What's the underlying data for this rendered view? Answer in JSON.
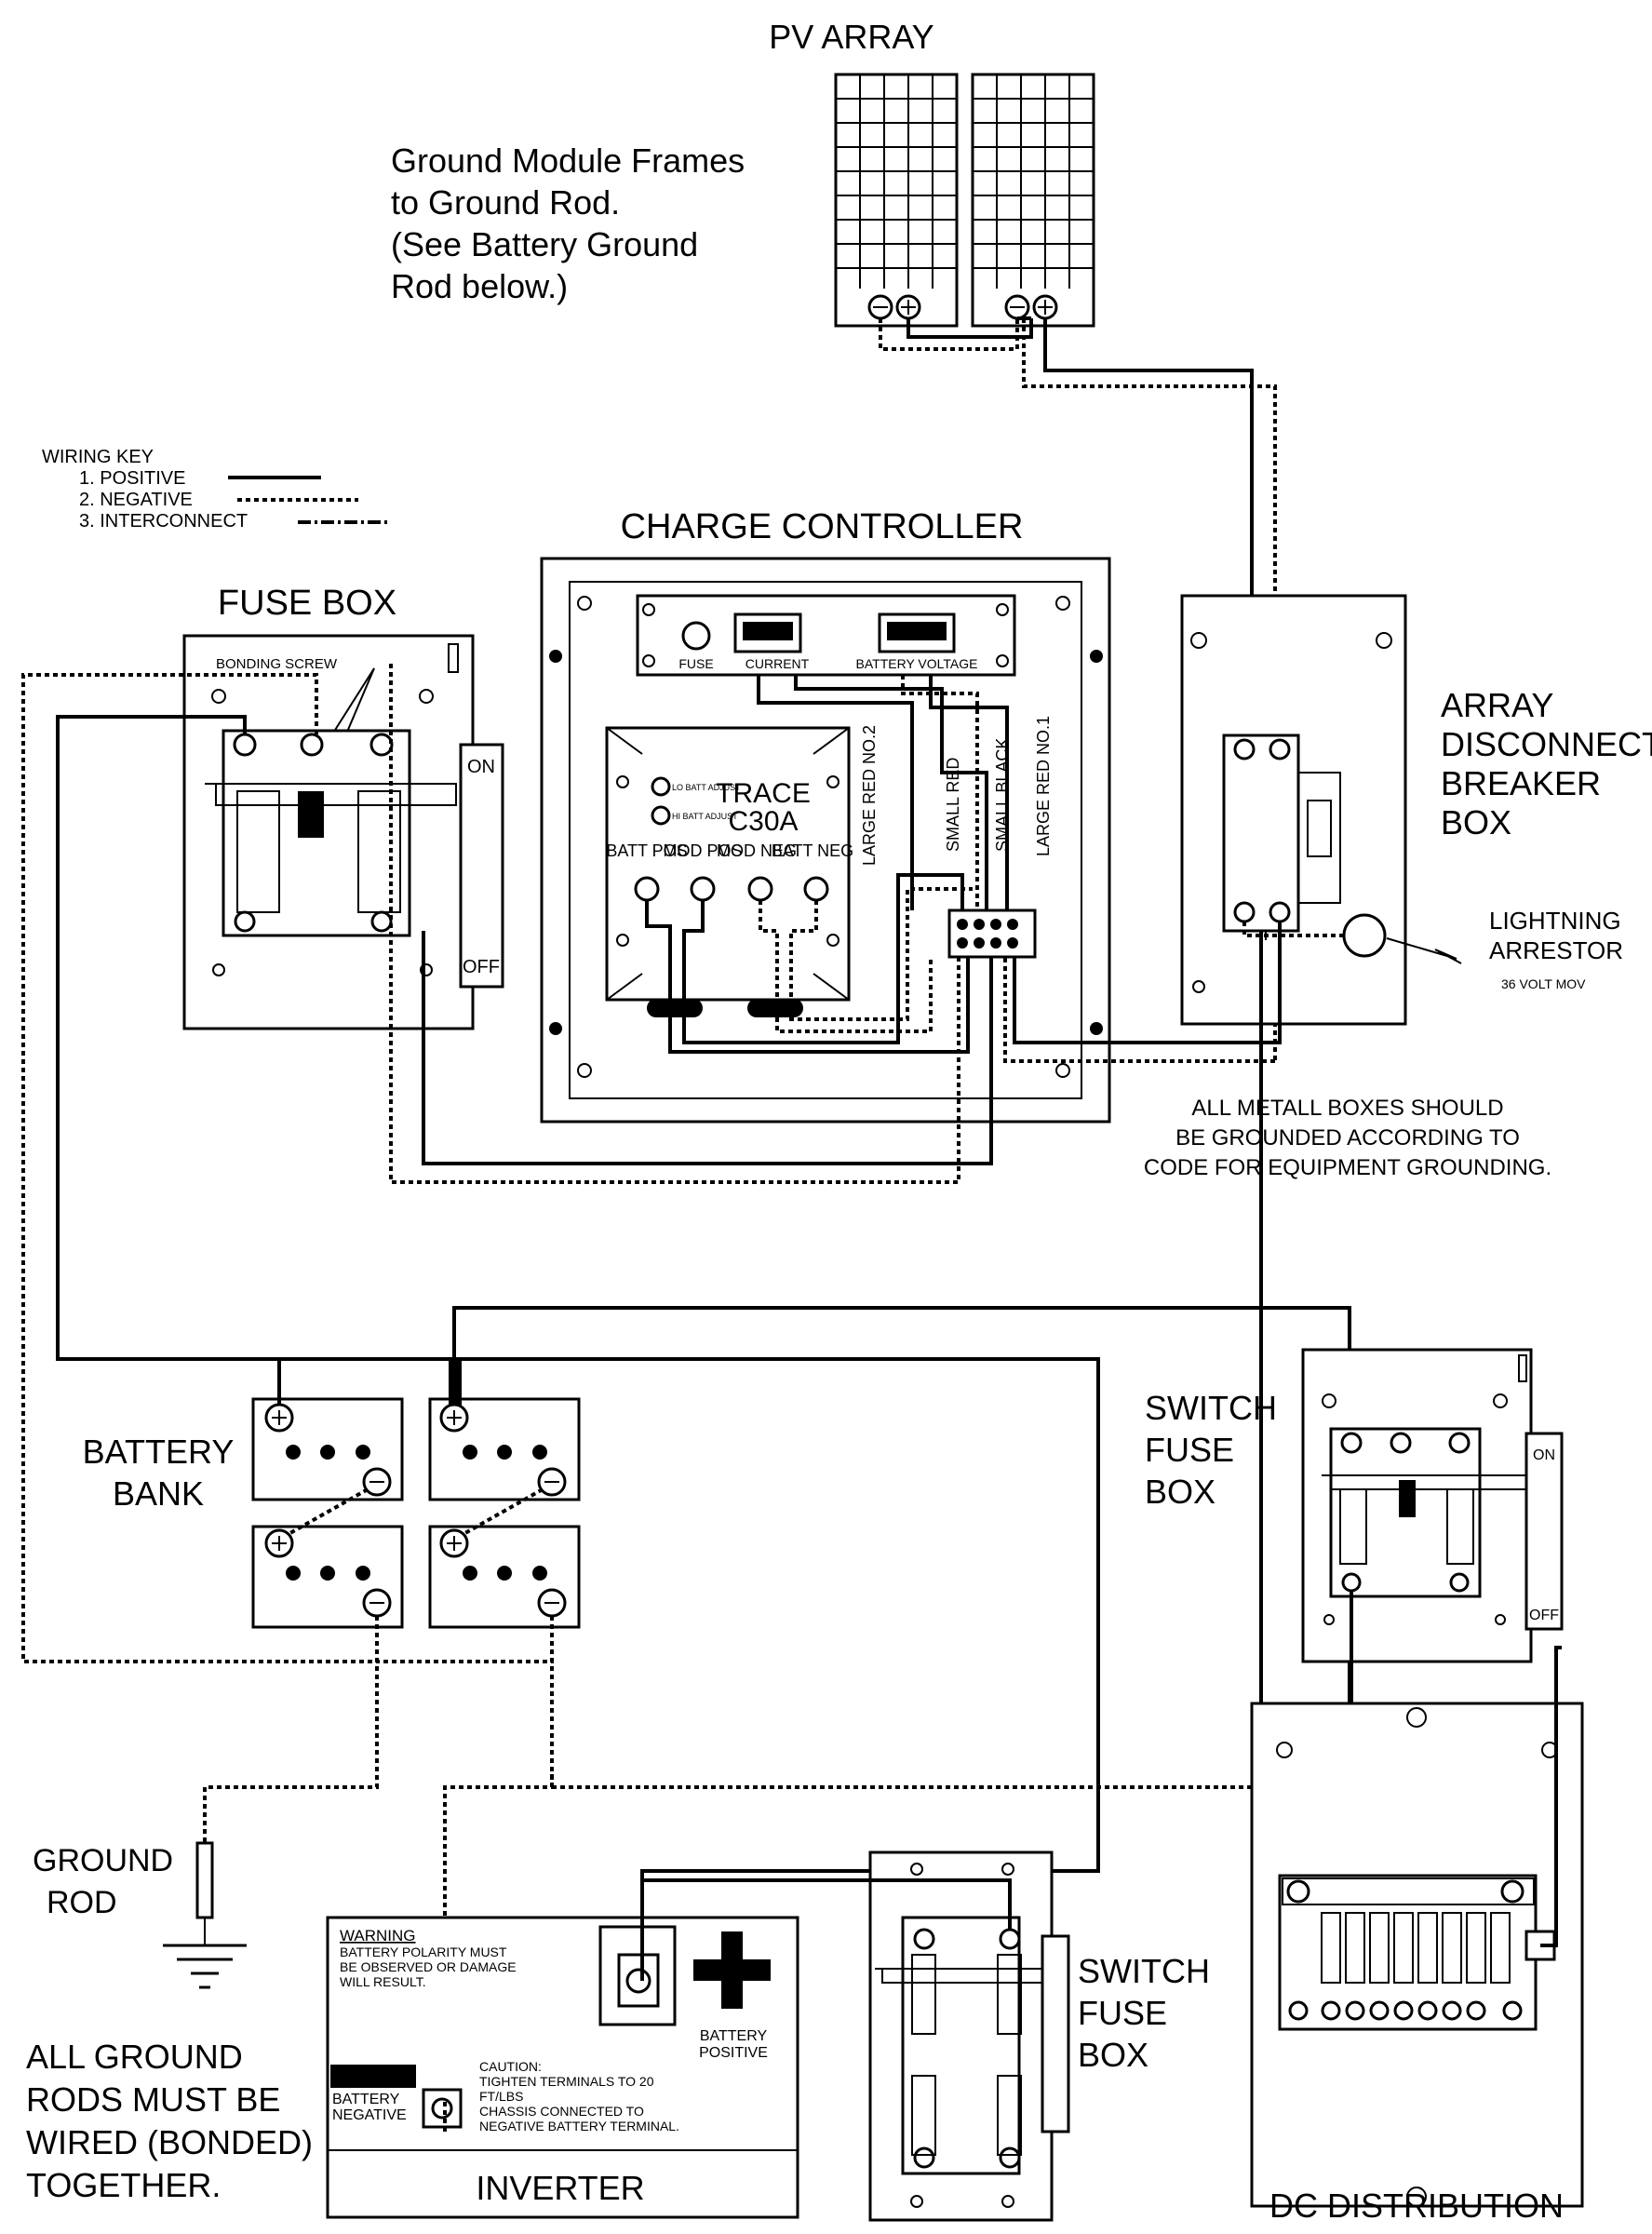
{
  "pv_array": {
    "title": "PV ARRAY"
  },
  "pv_note": {
    "lines": [
      "Ground Module Frames",
      "to Ground Rod.",
      "(See Battery Ground",
      "Rod below.)"
    ]
  },
  "wiring_key": {
    "title": "WIRING KEY",
    "items": [
      "1. POSITIVE",
      "2. NEGATIVE",
      "3. INTERCONNECT"
    ]
  },
  "charge_controller": {
    "title": "CHARGE CONTROLLER",
    "fuse": "FUSE",
    "current": "CURRENT",
    "battery_voltage": "BATTERY VOLTAGE",
    "trace_line1": "TRACE",
    "trace_line2": "C30A",
    "lo_batt": "LO BATT ADJUST",
    "hi_batt": "HI BATT ADJUST",
    "terminals": [
      "BATT POS",
      "MOD POS",
      "MOD NEG",
      "BATT NEG"
    ],
    "wires": [
      "LARGE RED NO.2",
      "SMALL RED",
      "SMALL BLACK",
      "LARGE RED NO.1"
    ]
  },
  "fuse_box": {
    "title": "FUSE BOX",
    "bonding_screw": "BONDING SCREW",
    "on": "ON",
    "off": "OFF"
  },
  "array_disconnect": {
    "lines": [
      "ARRAY",
      "DISCONNECT",
      "BREAKER",
      "BOX"
    ]
  },
  "lightning_arrestor": {
    "label": "LIGHTNING ARRESTOR",
    "sub": "36 VOLT MOV"
  },
  "grounding_note": {
    "lines": [
      "ALL METALL BOXES SHOULD",
      "BE GROUNDED ACCORDING TO",
      "CODE FOR EQUIPMENT GROUNDING."
    ]
  },
  "battery_bank": {
    "lines": [
      "BATTERY",
      "BANK"
    ]
  },
  "switch_fuse_box_right": {
    "lines": [
      "SWITCH",
      "FUSE",
      "BOX"
    ],
    "on": "ON",
    "off": "OFF"
  },
  "switch_fuse_box_bottom": {
    "lines": [
      "SWITCH",
      "FUSE",
      "BOX"
    ]
  },
  "dc_distribution": {
    "title": "DC DISTRIBUTION"
  },
  "ground_rod": {
    "lines": [
      "GROUND",
      "ROD"
    ]
  },
  "ground_note": {
    "lines": [
      "ALL GROUND",
      "RODS MUST BE",
      "WIRED (BONDED)",
      "TOGETHER."
    ]
  },
  "inverter": {
    "title": "INVERTER",
    "warning_title": "WARNING",
    "warning_lines": [
      "BATTERY POLARITY MUST",
      "BE OBSERVED OR DAMAGE",
      "WILL RESULT."
    ],
    "battery_negative": [
      "BATTERY",
      "NEGATIVE"
    ],
    "battery_positive": [
      "BATTERY",
      "POSITIVE"
    ],
    "caution_title": "CAUTION:",
    "caution_lines": [
      "TIGHTEN TERMINALS TO 20",
      "FT/LBS",
      "CHASSIS CONNECTED TO",
      "NEGATIVE BATTERY TERMINAL."
    ]
  }
}
